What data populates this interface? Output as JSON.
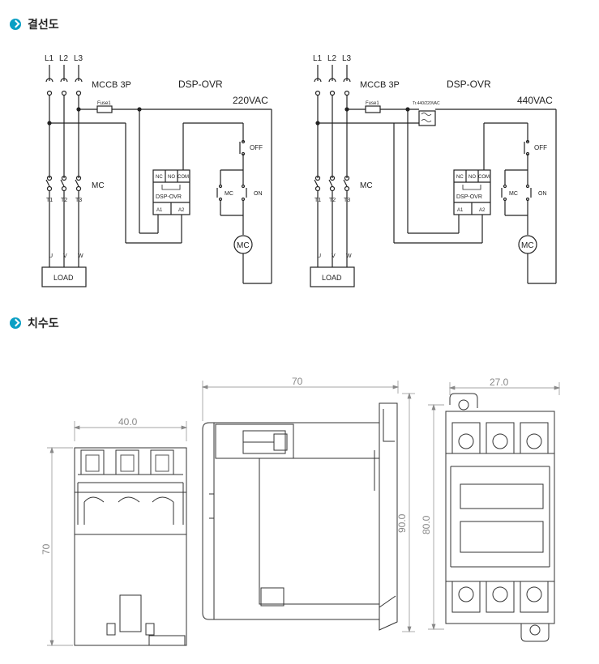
{
  "sections": {
    "wiring": "결선도",
    "dimensions": "치수도"
  },
  "wiring": {
    "phases": [
      "L1",
      "L2",
      "L3"
    ],
    "mccb": "MCCB 3P",
    "device": "DSP-OVR",
    "mc": "MC",
    "terminals": [
      "T1",
      "T2",
      "T3"
    ],
    "load_terms": [
      "U",
      "V",
      "W"
    ],
    "load": "LOAD",
    "fuse": "Fuse1",
    "contacts": [
      "NC",
      "NO",
      "COM"
    ],
    "coil": [
      "A1",
      "A2"
    ],
    "off": "OFF",
    "on": "ON",
    "motor": "MC",
    "voltage_left": "220VAC",
    "voltage_right": "440VAC",
    "transformer": "Tr.440/220VAC"
  },
  "dimensions": {
    "front_width": "40.0",
    "front_height": "70",
    "side_width": "70",
    "side_height": "90.0",
    "back_width": "27.0",
    "back_height": "80.0"
  },
  "colors": {
    "accent": "#0a9fc4",
    "line": "#222222",
    "dim": "#888888"
  }
}
